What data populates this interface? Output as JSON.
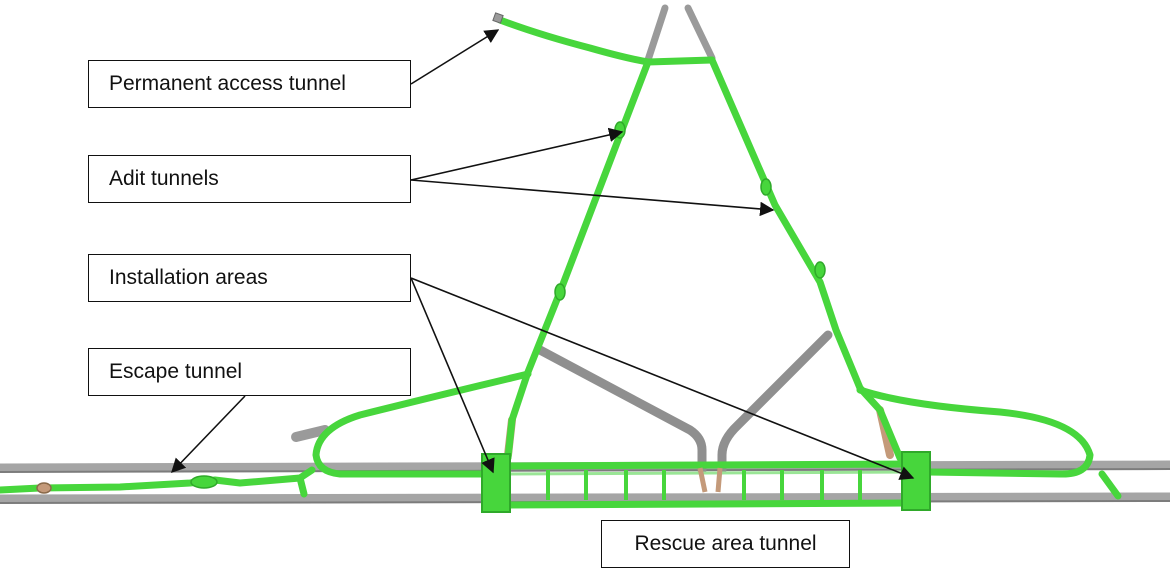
{
  "labels": {
    "permanent_access_tunnel": "Permanent access tunnel",
    "adit_tunnels": "Adit tunnels",
    "installation_areas": "Installation areas",
    "escape_tunnel": "Escape tunnel",
    "rescue_area_tunnel": "Rescue area tunnel"
  },
  "colors": {
    "tunnel_green": "#47d63c",
    "tunnel_green_dark": "#2fa92a",
    "tube_gray": "#9a9a9a",
    "tube_gray_dark": "#6f6f6f",
    "leader_line": "#111111"
  }
}
